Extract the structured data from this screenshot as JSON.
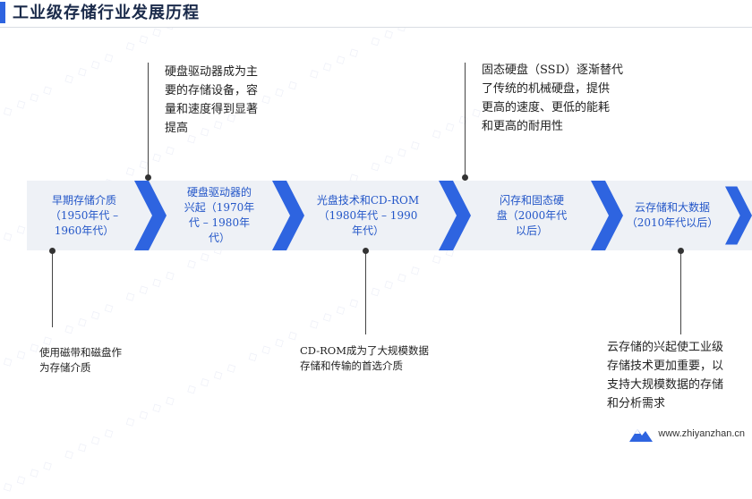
{
  "title": "工业级存储行业发展历程",
  "stages": [
    "早期存储介质\n（1950年代 –\n1960年代）",
    "硬盘驱动器的\n兴起（1970年\n代 – 1980年\n代）",
    "光盘技术和CD-ROM\n（1980年代 – 1990\n年代）",
    "闪存和固态硬\n盘（2000年代\n以后）",
    "云存储和大数据\n（2010年代以后）"
  ],
  "notes": {
    "top_1": "硬盘驱动器成为主\n要的存储设备，容\n量和速度得到显著\n提高",
    "top_2": "固态硬盘（SSD）逐渐替代\n了传统的机械硬盘，提供\n更高的速度、更低的能耗\n和更高的耐用性",
    "bottom_1": "使用磁带和磁盘作\n为存储介质",
    "bottom_2": "CD-ROM成为了大规模数据\n存储和传输的首选介质",
    "bottom_3": "云存储的兴起使工业级\n存储技术更加重要，以\n支持大规模数据的存储\n和分析需求"
  },
  "footer": {
    "url": "www.zhiyanzhan.cn"
  },
  "colors": {
    "accent": "#2e64e0",
    "band": "#eef1f6",
    "stage_text": "#2356c8"
  }
}
